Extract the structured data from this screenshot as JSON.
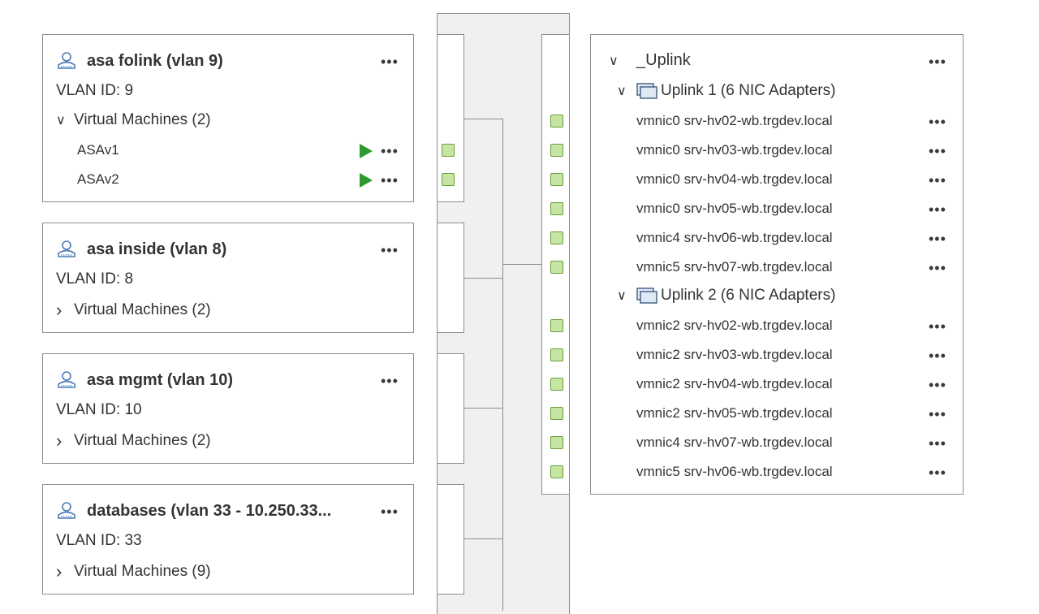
{
  "portgroups": [
    {
      "title": "asa folink (vlan 9)",
      "vlan": "VLAN ID: 9",
      "vms_label": "Virtual Machines (2)",
      "expanded": true,
      "vms": [
        "ASAv1",
        "ASAv2"
      ]
    },
    {
      "title": "asa inside (vlan 8)",
      "vlan": "VLAN ID: 8",
      "vms_label": "Virtual Machines (2)",
      "expanded": false
    },
    {
      "title": "asa mgmt (vlan 10)",
      "vlan": "VLAN ID: 10",
      "vms_label": "Virtual Machines (2)",
      "expanded": false
    },
    {
      "title": "databases (vlan 33 - 10.250.33...",
      "vlan": "VLAN ID: 33",
      "vms_label": "Virtual Machines (9)",
      "expanded": false
    }
  ],
  "uplink": {
    "title": "_Uplink",
    "groups": [
      {
        "label": "Uplink 1 (6 NIC Adapters)",
        "nics": [
          "vmnic0 srv-hv02-wb.trgdev.local",
          "vmnic0 srv-hv03-wb.trgdev.local",
          "vmnic0 srv-hv04-wb.trgdev.local",
          "vmnic0 srv-hv05-wb.trgdev.local",
          "vmnic4 srv-hv06-wb.trgdev.local",
          "vmnic5 srv-hv07-wb.trgdev.local"
        ]
      },
      {
        "label": "Uplink 2 (6 NIC Adapters)",
        "nics": [
          "vmnic2 srv-hv02-wb.trgdev.local",
          "vmnic2 srv-hv03-wb.trgdev.local",
          "vmnic2 srv-hv04-wb.trgdev.local",
          "vmnic2 srv-hv05-wb.trgdev.local",
          "vmnic4 srv-hv07-wb.trgdev.local",
          "vmnic5 srv-hv06-wb.trgdev.local"
        ]
      }
    ]
  },
  "icons": {
    "portgroup": "portgroup-icon",
    "nic_group": "nic-adapters-icon",
    "more": "more-actions-icon",
    "vm_power": "powered-on-icon"
  },
  "colors": {
    "port_fill": "#c6e5a3",
    "port_border": "#6a9e3a",
    "power_on": "#2e9a2e",
    "border": "#8c8c8c",
    "connector_bg": "#f0f0f0"
  },
  "more_glyph": "•••",
  "chevron_down": "∨",
  "chevron_right": "›"
}
